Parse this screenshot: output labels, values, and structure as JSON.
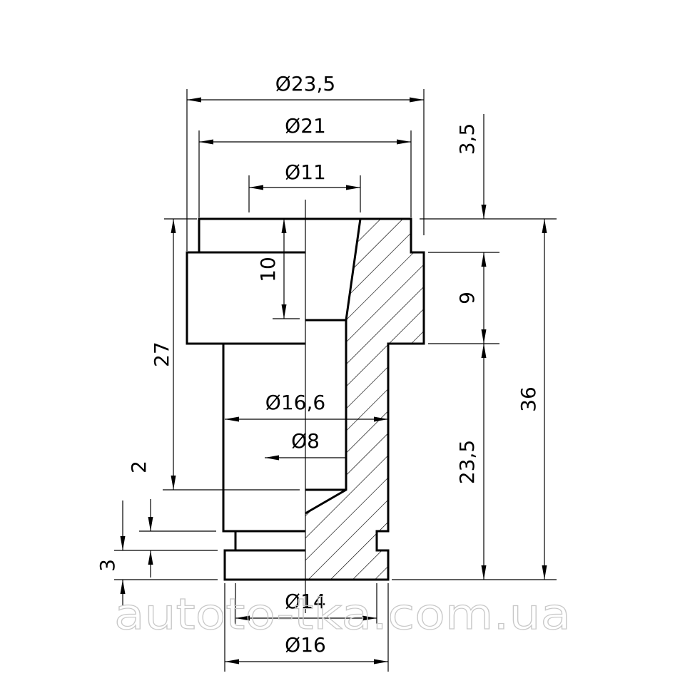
{
  "dimensions": {
    "d_outer": "Ø23,5",
    "d_flange": "Ø21",
    "d_bore": "Ø11",
    "d_body": "Ø16,6",
    "d_inner": "Ø8",
    "d_groove": "Ø14",
    "d_tip": "Ø16",
    "h_top": "3,5",
    "h_collar": "9",
    "h_body": "23,5",
    "h_total": "36",
    "h_bore_depth": "10",
    "h_inner_depth": "27",
    "h_groove": "2",
    "h_tip": "3"
  },
  "watermark": "autoto-tka.com.ua"
}
